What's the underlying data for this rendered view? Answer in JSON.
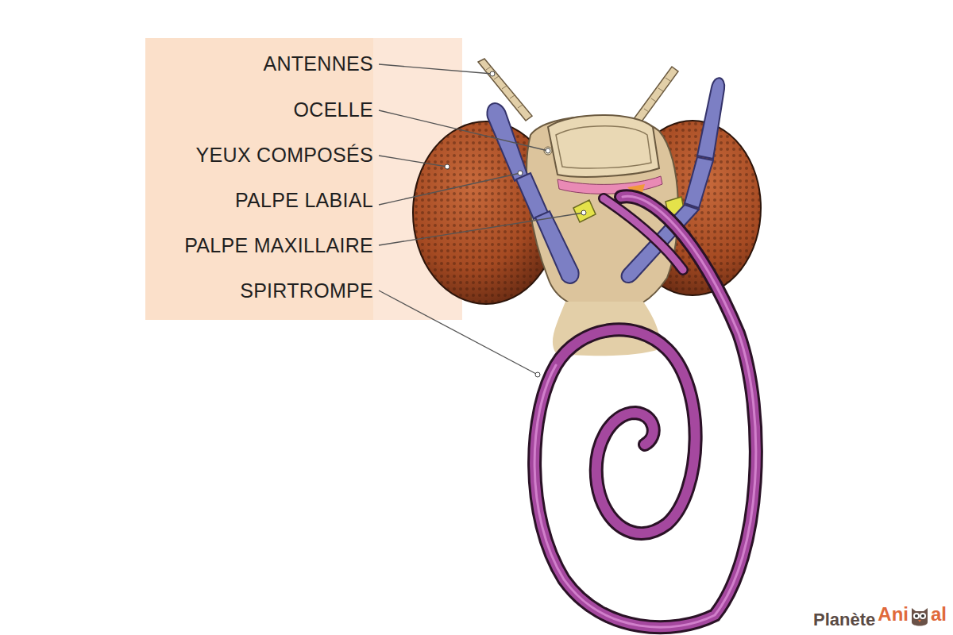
{
  "diagram": {
    "nodes": [
      {
        "text": [
          "ANTENNES",
          "OCELLE",
          "YEUX COMPOSÉS",
          "PALPE LABIAL",
          "PALPE MAXILLAIRE",
          "SPIRTROMPE"
        ]
      }
    ],
    "labels": [
      "Planète",
      "Ani",
      "al"
    ]
  }
}
